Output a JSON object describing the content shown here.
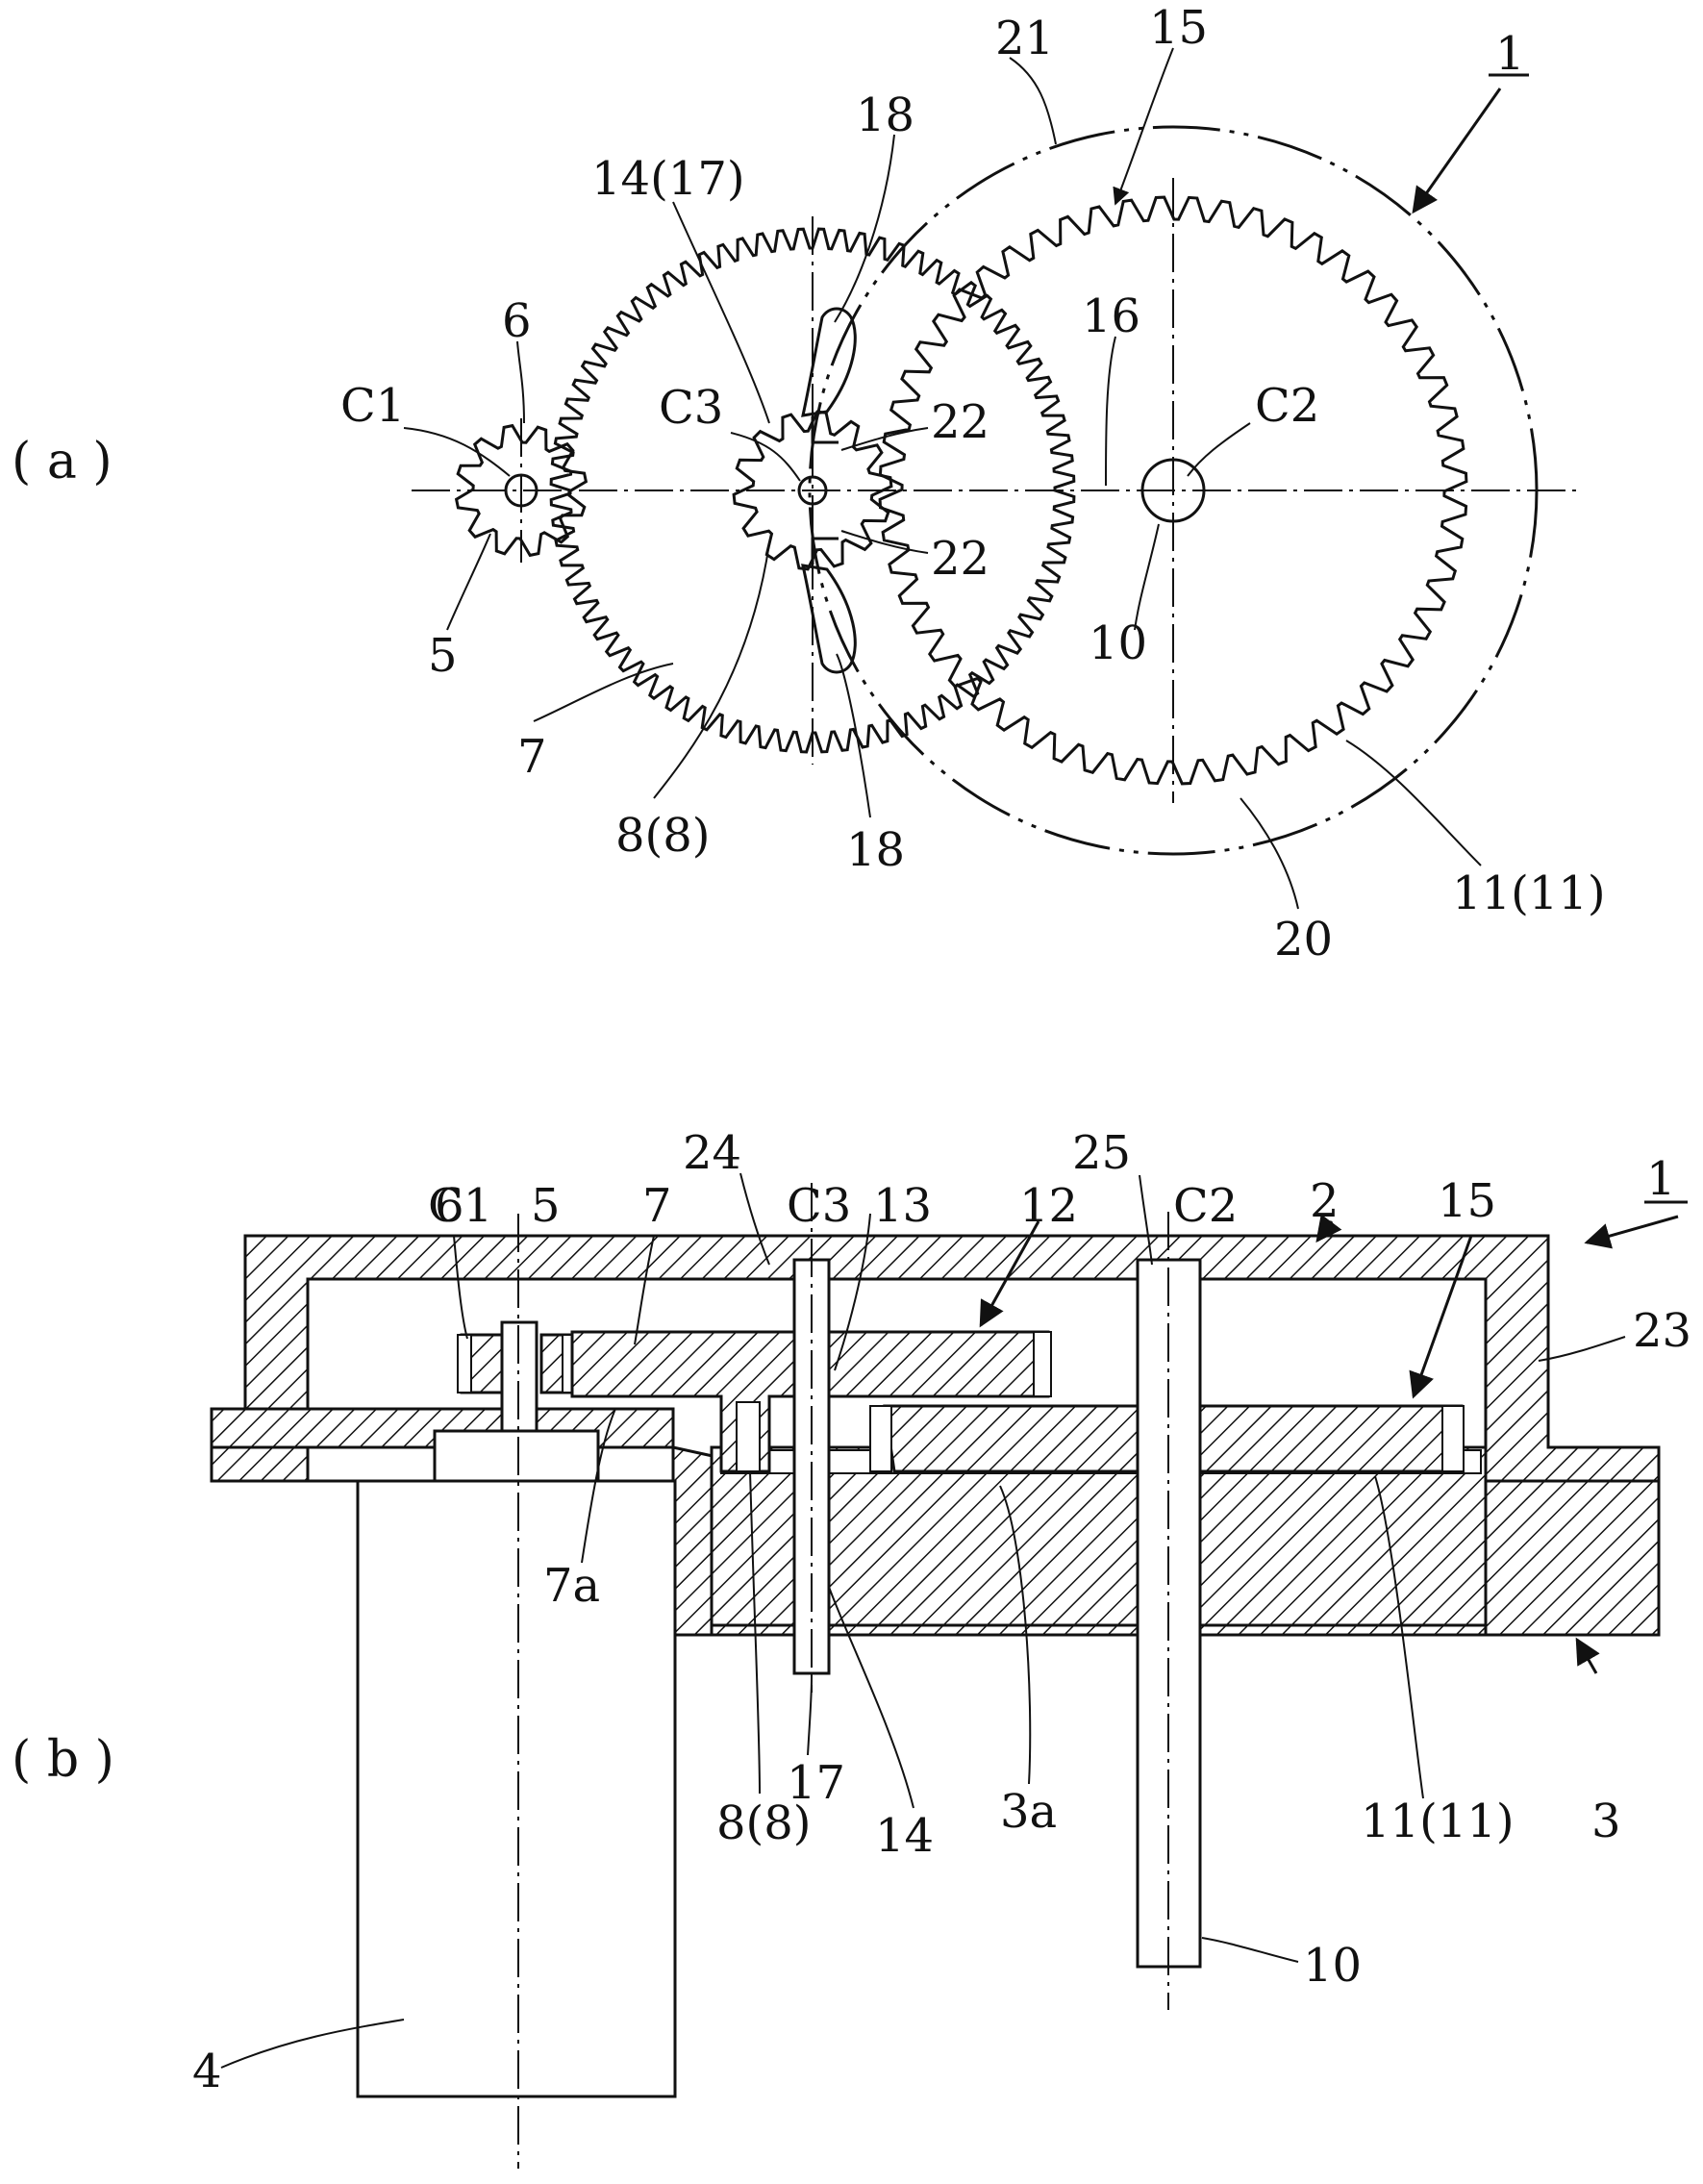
{
  "panels": {
    "a": "( a )",
    "b": "( b )"
  },
  "fig_a_labels": {
    "assembly": "1",
    "ring_21": "21",
    "gear_15": "15",
    "pin_18_top": "18",
    "gear_14_17": "14(17)",
    "line_16": "16",
    "pinion_6": "6",
    "center_c1": "C1",
    "center_c3": "C3",
    "center_c2": "C2",
    "tooth_22_top": "22",
    "tooth_22_bottom": "22",
    "shaft_5": "5",
    "shaft_10": "10",
    "gear_7": "7",
    "gear_8": "8(8)",
    "pin_18_bottom": "18",
    "gear_11": "11(11)",
    "ring_20": "20"
  },
  "fig_b_labels": {
    "part_24": "24",
    "part_25": "25",
    "part_6": "6",
    "center_c1": "C1",
    "part_5": "5",
    "part_7": "7",
    "center_c3": "C3",
    "part_13": "13",
    "part_12": "12",
    "center_c2": "C2",
    "part_2": "2",
    "part_15": "15",
    "assembly": "1",
    "part_23": "23",
    "part_7a": "7a",
    "part_17": "17",
    "part_3a": "3a",
    "part_8": "8(8)",
    "part_14": "14",
    "part_11": "11(11)",
    "part_3": "3",
    "part_10": "10",
    "part_4": "4"
  }
}
